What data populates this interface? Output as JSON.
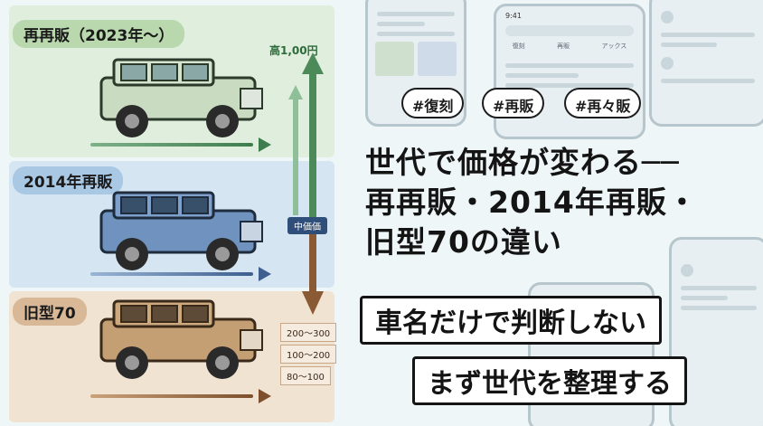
{
  "panels": {
    "top_label": "再再販（2023年〜）",
    "mid_label": "2014年再販",
    "bot_label": "旧型70"
  },
  "price_scale": {
    "high": "高1,00円",
    "mid": "中価価",
    "chips": [
      "200〜300",
      "100〜200",
      "80〜100"
    ]
  },
  "hashtags": [
    "#復刻",
    "#再販",
    "#再々販"
  ],
  "phone_ui": {
    "time": "9:41",
    "tabs": [
      "復刻",
      "再販",
      "アックス"
    ]
  },
  "headline": {
    "line1": "世代で価格が変わる──",
    "line2": "再再販・2014年再販・",
    "line3": "旧型70の違い"
  },
  "callouts": {
    "first": "車名だけで判断しない",
    "second": "まず世代を整理する"
  },
  "colors": {
    "green": "#4f8f5e",
    "blue": "#4c73a6",
    "brown": "#8a5a35"
  }
}
